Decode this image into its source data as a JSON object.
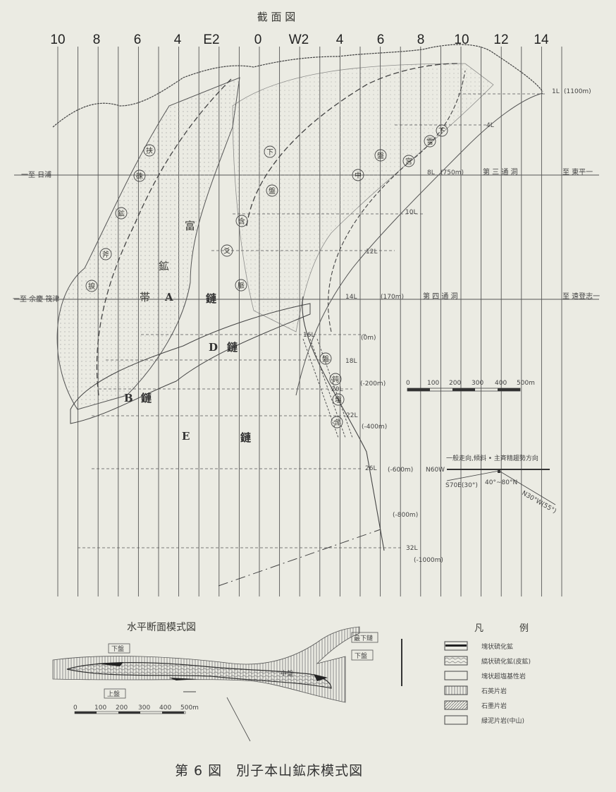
{
  "section_title": "截 面 図",
  "column_labels": [
    "10",
    "8",
    "6",
    "4",
    "E2",
    "0",
    "W2",
    "4",
    "6",
    "8",
    "10",
    "12",
    "14"
  ],
  "tunnels": {
    "left_upper": "一至 日浦",
    "right_upper": "至 東平一",
    "left_lower": "一至 余慶 筏津",
    "right_lower": "至 遠登志一",
    "third": "第 三 通 洞",
    "fourth": "第 四 通 洞"
  },
  "levels": [
    {
      "name": "1L",
      "elev": "(1100m)"
    },
    {
      "name": "4L",
      "elev": ""
    },
    {
      "name": "8L",
      "elev": "(750m)"
    },
    {
      "name": "10L",
      "elev": ""
    },
    {
      "name": "12L",
      "elev": ""
    },
    {
      "name": "14L",
      "elev": "(170m)"
    },
    {
      "name": "16L",
      "elev": "(0m)"
    },
    {
      "name": "18L",
      "elev": ""
    },
    {
      "name": "20L",
      "elev": "(-200m)"
    },
    {
      "name": "22L",
      "elev": "(-400m)"
    },
    {
      "name": "26L",
      "elev": "(-600m)"
    },
    {
      "name": "",
      "elev": "(-800m)"
    },
    {
      "name": "32L",
      "elev": "(-1000m)"
    }
  ],
  "ore_bodies": {
    "rich_zone": [
      "富",
      "鉱",
      "帯"
    ],
    "a": "A",
    "a_k": "鏈",
    "b": "B",
    "b_k": "鏈",
    "d": "D",
    "d_k": "鏈",
    "e": "E",
    "e_k": "鏈"
  },
  "circled": [
    "捩",
    "斧",
    "鉱",
    "硃",
    "挟",
    "下",
    "盤",
    "含",
    "爻",
    "脈",
    "中",
    "盤",
    "宮",
    "雪",
    "下",
    "盤",
    "鈍",
    "塩",
    "含"
  ],
  "scale_bar": {
    "ticks": [
      "0",
      "100",
      "200",
      "300",
      "400",
      "500m"
    ]
  },
  "strike_note": {
    "title": "一般走向,傾斜 • 主斉精趨勢方向",
    "n60w": "N60W",
    "s70e": "S70E(30°)",
    "dip": "40°~80°N",
    "n30w": "N30°W(55°)"
  },
  "horizontal_section": {
    "title": "水平断面模式図",
    "labels": [
      "下盤",
      "上盤",
      "最下鏈",
      "下盤",
      "中盤"
    ],
    "scale_ticks": [
      "0",
      "100",
      "200",
      "300",
      "400",
      "500m"
    ]
  },
  "legend": {
    "title": [
      "凡",
      "例"
    ],
    "items": [
      "塊状硫化鉱",
      "縞状硫化鉱(皮鉱)",
      "塊状超塩基性岩",
      "石英片岩",
      "石墨片岩",
      "緑泥片岩(中山)"
    ]
  },
  "caption": "第 6 図　別子本山鉱床模式図"
}
